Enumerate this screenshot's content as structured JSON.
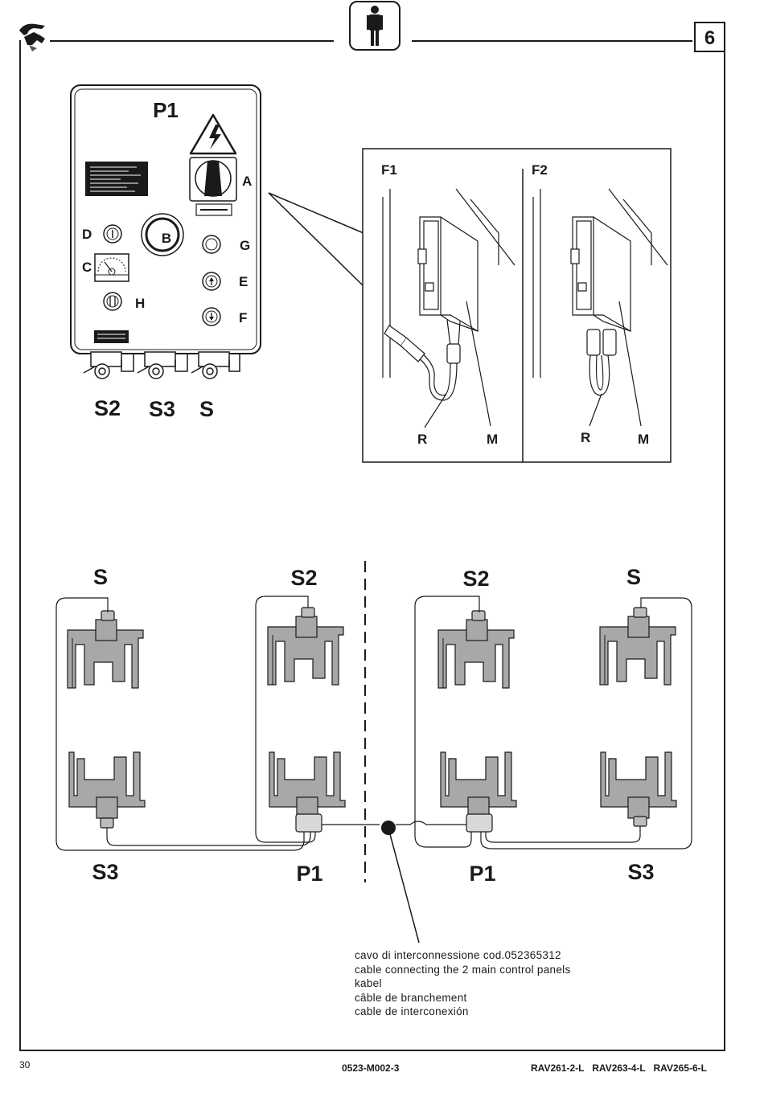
{
  "header": {
    "page_section": "6"
  },
  "control_panel": {
    "title": "P1",
    "labels": {
      "a": "A",
      "b": "B",
      "c": "C",
      "d": "D",
      "e": "E",
      "f": "F",
      "g": "G",
      "h": "H"
    },
    "sockets": [
      "S2",
      "S3",
      "S"
    ]
  },
  "detail": {
    "f1": "F1",
    "f2": "F2",
    "r": "R",
    "m": "M"
  },
  "wiring": {
    "left": {
      "top_left": "S",
      "top_right": "S2",
      "bottom_left": "S3",
      "bottom_right": "P1"
    },
    "right": {
      "top_left": "S2",
      "top_right": "S",
      "bottom_left": "P1",
      "bottom_right": "S3"
    }
  },
  "cable_caption": [
    "cavo di interconnessione   cod.052365312",
    "cable connecting the 2 main control panels",
    "kabel",
    "câble de branchement",
    "cable de interconexión"
  ],
  "footer": {
    "page_number": "30",
    "doc_code": "0523-M002-3",
    "models": "RAV261-2-L   RAV263-4-L   RAV265-6-L"
  },
  "colors": {
    "gray": "#a8a8a8",
    "line": "#1a1a1a"
  }
}
